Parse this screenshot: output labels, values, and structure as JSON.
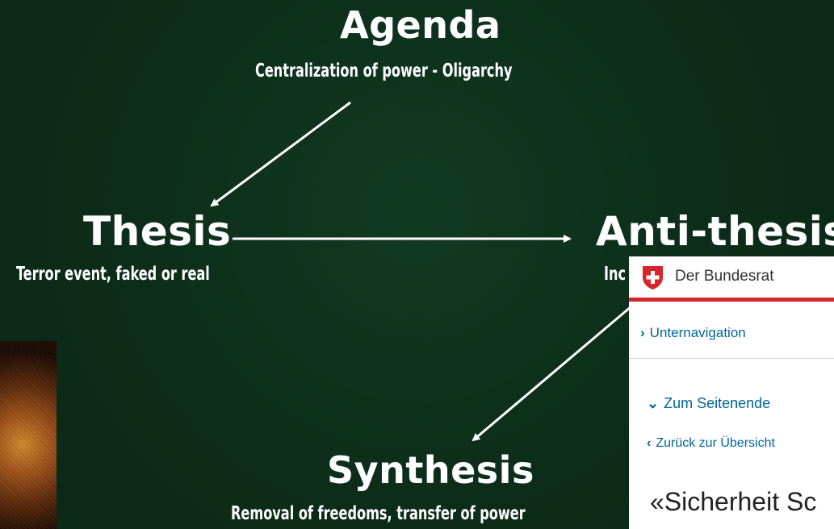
{
  "diagram": {
    "agenda": {
      "title": "Agenda",
      "subtitle": "Centralization of power - Oligarchy"
    },
    "thesis": {
      "title": "Thesis",
      "subtitle": "Terror event, faked or real"
    },
    "antithesis": {
      "title": "Anti-thesis",
      "subtitle_visible": "Inc"
    },
    "synthesis": {
      "title": "Synthesis",
      "subtitle": "Removal of freedoms, transfer of power"
    },
    "colors": {
      "background": "#0d2f1a",
      "text": "#ffffff",
      "arrow": "#ffffff"
    }
  },
  "bundesrat_panel": {
    "org_name": "Der Bundesrat",
    "subnav_label": "Unternavigation",
    "page_end_label": "Zum Seitenende",
    "back_label": "Zurück zur Übersicht",
    "headline": "«Sicherheit Sc",
    "colors": {
      "accent_red": "#d8232a",
      "link_blue": "#006699"
    },
    "icons": [
      "swiss-shield-icon",
      "chevron-right-icon",
      "chevron-down-icon",
      "chevron-left-icon"
    ]
  }
}
